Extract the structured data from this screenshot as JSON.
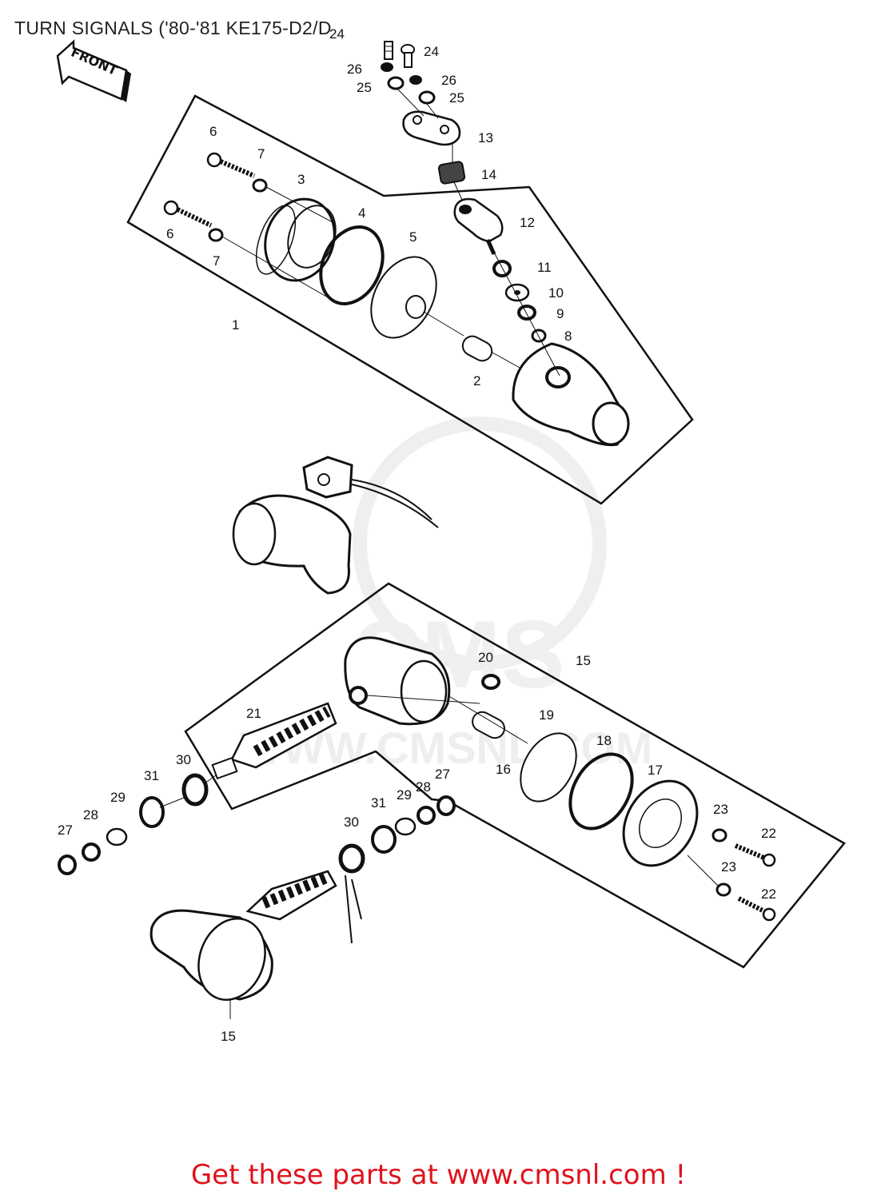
{
  "title": "TURN SIGNALS ('80-'81 KE175-D2/D",
  "front_label": "FRONT",
  "watermark": {
    "big": "CMS",
    "url": "WWW.CMSNL.COM"
  },
  "footer": "Get these parts at www.cmsnl.com !",
  "callouts": [
    {
      "label": "24"
    },
    {
      "label": "24"
    },
    {
      "label": "26"
    },
    {
      "label": "26"
    },
    {
      "label": "25"
    },
    {
      "label": "25"
    },
    {
      "label": "13"
    },
    {
      "label": "14"
    },
    {
      "label": "6"
    },
    {
      "label": "7"
    },
    {
      "label": "3"
    },
    {
      "label": "4"
    },
    {
      "label": "5"
    },
    {
      "label": "12"
    },
    {
      "label": "6"
    },
    {
      "label": "7"
    },
    {
      "label": "11"
    },
    {
      "label": "10"
    },
    {
      "label": "9"
    },
    {
      "label": "8"
    },
    {
      "label": "1"
    },
    {
      "label": "2"
    },
    {
      "label": "20"
    },
    {
      "label": "15"
    },
    {
      "label": "21"
    },
    {
      "label": "19"
    },
    {
      "label": "18"
    },
    {
      "label": "30"
    },
    {
      "label": "31"
    },
    {
      "label": "16"
    },
    {
      "label": "17"
    },
    {
      "label": "27"
    },
    {
      "label": "29"
    },
    {
      "label": "28"
    },
    {
      "label": "28"
    },
    {
      "label": "29"
    },
    {
      "label": "31"
    },
    {
      "label": "27"
    },
    {
      "label": "30"
    },
    {
      "label": "23"
    },
    {
      "label": "22"
    },
    {
      "label": "23"
    },
    {
      "label": "22"
    },
    {
      "label": "15"
    }
  ]
}
